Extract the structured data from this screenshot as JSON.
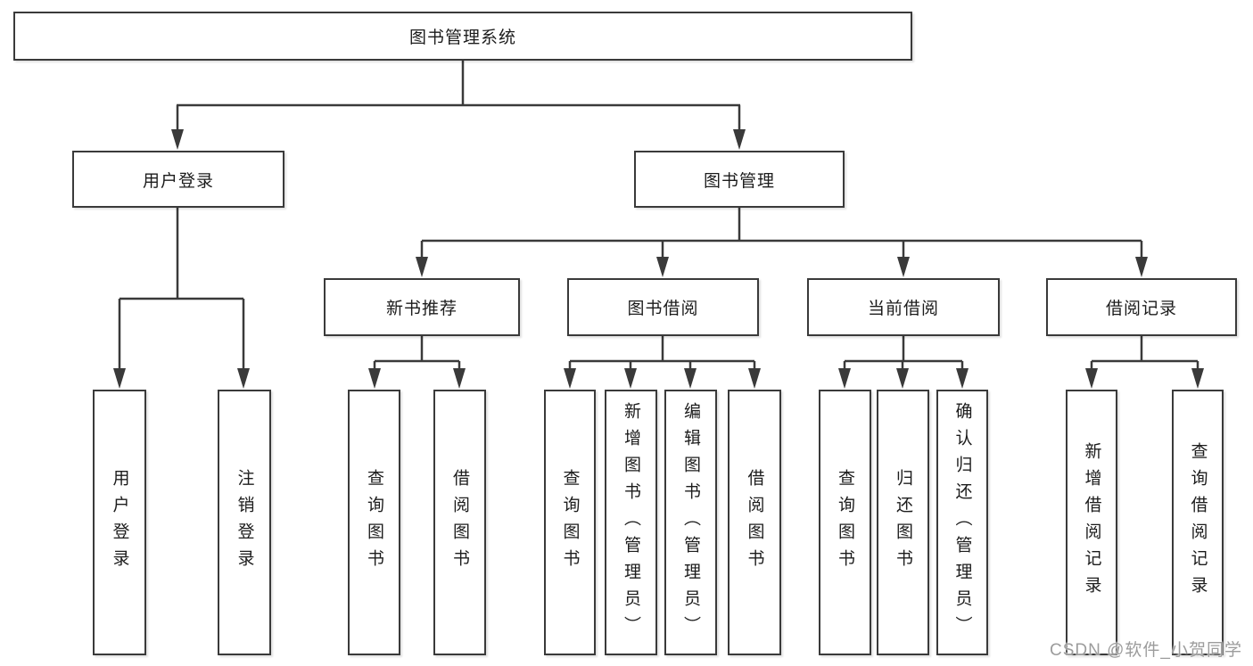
{
  "diagram": {
    "root": {
      "label": "图书管理系统"
    },
    "branches": [
      {
        "label": "用户登录",
        "children": [
          {
            "label": "用户登录"
          },
          {
            "label": "注销登录"
          }
        ]
      },
      {
        "label": "图书管理",
        "children": [
          {
            "label": "新书推荐",
            "children": [
              {
                "label": "查询图书"
              },
              {
                "label": "借阅图书"
              }
            ]
          },
          {
            "label": "图书借阅",
            "children": [
              {
                "label": "查询图书"
              },
              {
                "label": "新增图书（管理员）"
              },
              {
                "label": "编辑图书（管理员）"
              },
              {
                "label": "借阅图书"
              }
            ]
          },
          {
            "label": "当前借阅",
            "children": [
              {
                "label": "查询图书"
              },
              {
                "label": "归还图书"
              },
              {
                "label": "确认归还（管理员）"
              }
            ]
          },
          {
            "label": "借阅记录",
            "children": [
              {
                "label": "新增借阅记录"
              },
              {
                "label": "查询借阅记录"
              }
            ]
          }
        ]
      }
    ]
  },
  "watermark": {
    "text": "CSDN @软件_小贺同学"
  },
  "colors": {
    "line": "#3a3a3a",
    "border": "#3a3a3a",
    "text": "#1c1c1c",
    "watermark": "#9c9c9c",
    "background": "#ffffff"
  }
}
